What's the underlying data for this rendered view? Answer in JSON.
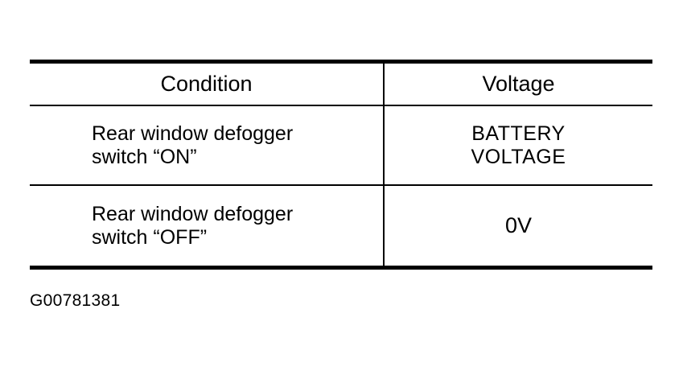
{
  "table": {
    "headers": {
      "condition": "Condition",
      "voltage": "Voltage"
    },
    "rows": [
      {
        "condition": "Rear window defogger\nswitch “ON”",
        "voltage": "BATTERY\nVOLTAGE"
      },
      {
        "condition": "Rear window defogger\nswitch “OFF”",
        "voltage": "0V"
      }
    ]
  },
  "figure_id": "G00781381"
}
